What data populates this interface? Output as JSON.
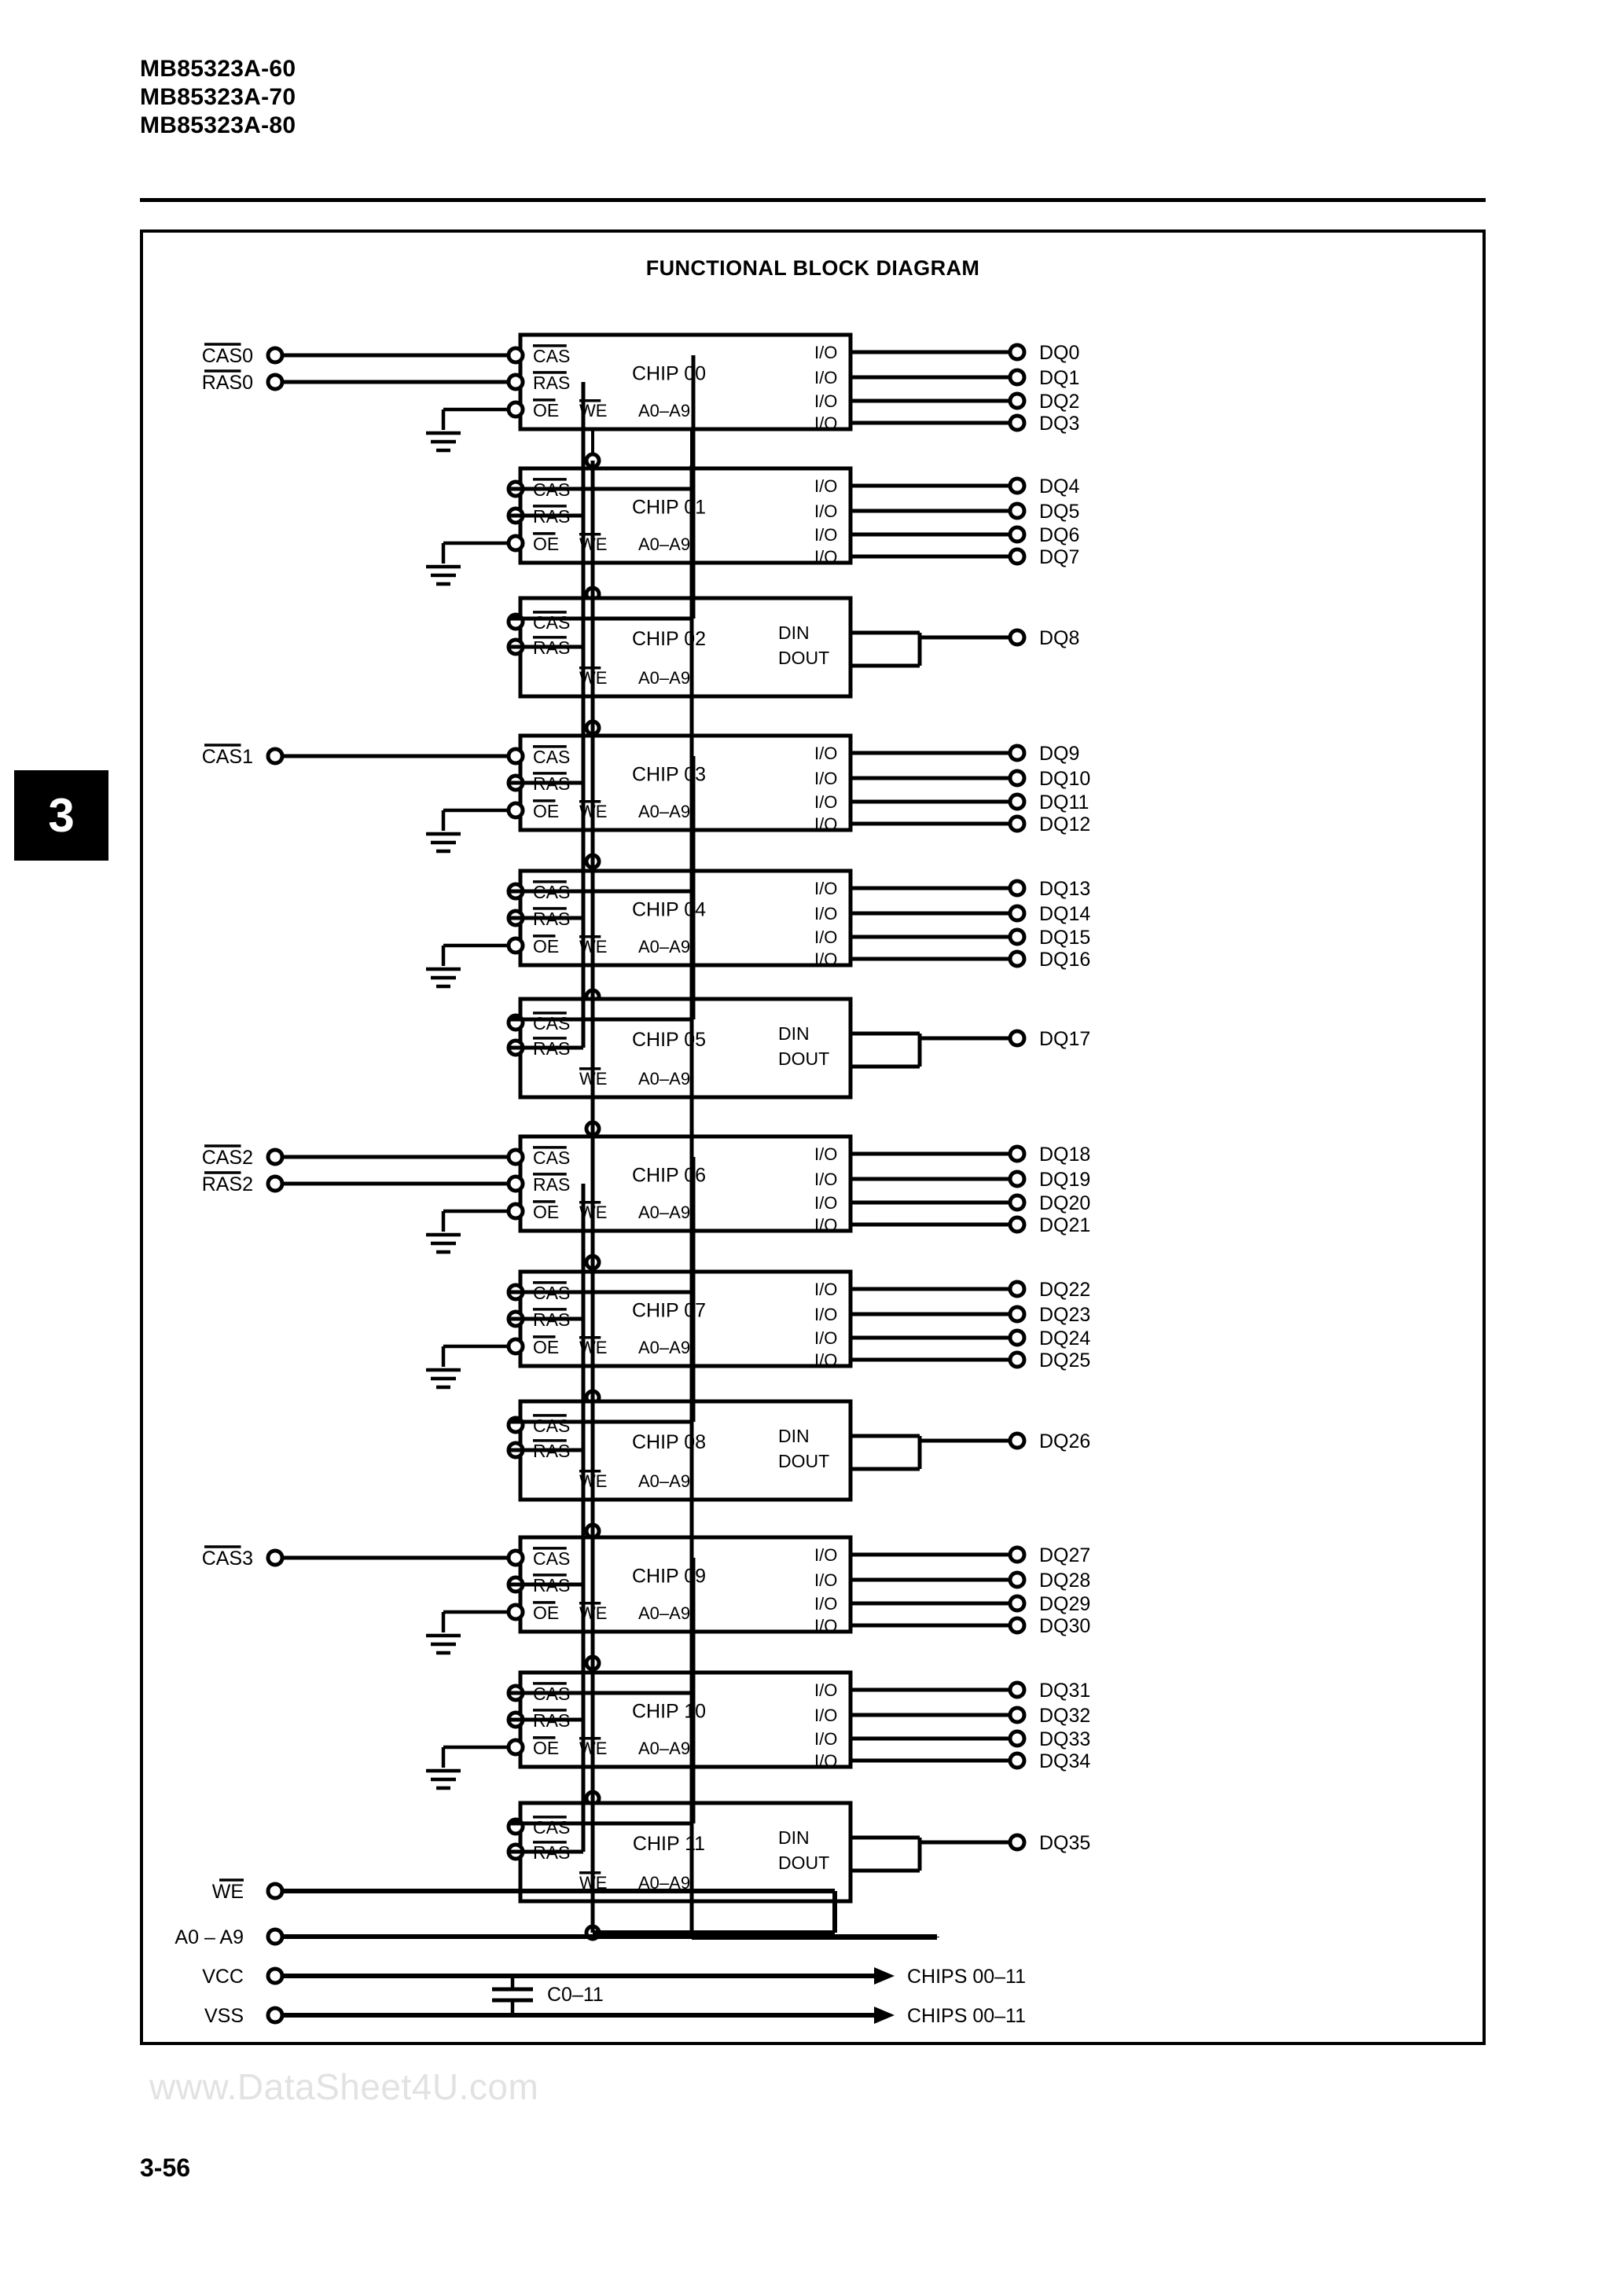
{
  "header": {
    "part_numbers": [
      "MB85323A-60",
      "MB85323A-70",
      "MB85323A-80"
    ]
  },
  "chapter_tab": "3",
  "diagram": {
    "title": "FUNCTIONAL BLOCK DIAGRAM",
    "pin_labels": {
      "cas0": "CAS0",
      "ras0": "RAS0",
      "cas1": "CAS1",
      "cas2": "CAS2",
      "ras2": "RAS2",
      "cas3": "CAS3",
      "we": "WE",
      "addr": "A0 – A9",
      "vcc": "VCC",
      "vss": "VSS"
    },
    "block_pins": {
      "cas": "CAS",
      "ras": "RAS",
      "oe": "OE",
      "we": "WE",
      "addr": "A0–A9",
      "io": "I/O",
      "din": "DIN",
      "dout": "DOUT"
    },
    "power": {
      "cap_label": "C0–11",
      "vcc_target": "CHIPS 00–11",
      "vss_target": "CHIPS 00–11"
    },
    "chips": [
      {
        "name": "CHIP 00",
        "type": "io",
        "pins": [
          "CAS",
          "RAS",
          "OE"
        ],
        "outputs": [
          "DQ0",
          "DQ1",
          "DQ2",
          "DQ3"
        ]
      },
      {
        "name": "CHIP 01",
        "type": "io",
        "pins": [
          "CAS",
          "RAS",
          "OE"
        ],
        "outputs": [
          "DQ4",
          "DQ5",
          "DQ6",
          "DQ7"
        ]
      },
      {
        "name": "CHIP 02",
        "type": "dindout",
        "pins": [
          "CAS",
          "RAS"
        ],
        "outputs": [
          "DQ8"
        ]
      },
      {
        "name": "CHIP 03",
        "type": "io",
        "pins": [
          "CAS",
          "RAS",
          "OE"
        ],
        "outputs": [
          "DQ9",
          "DQ10",
          "DQ11",
          "DQ12"
        ]
      },
      {
        "name": "CHIP 04",
        "type": "io",
        "pins": [
          "CAS",
          "RAS",
          "OE"
        ],
        "outputs": [
          "DQ13",
          "DQ14",
          "DQ15",
          "DQ16"
        ]
      },
      {
        "name": "CHIP 05",
        "type": "dindout",
        "pins": [
          "CAS",
          "RAS"
        ],
        "outputs": [
          "DQ17"
        ]
      },
      {
        "name": "CHIP 06",
        "type": "io",
        "pins": [
          "CAS",
          "RAS",
          "OE"
        ],
        "outputs": [
          "DQ18",
          "DQ19",
          "DQ20",
          "DQ21"
        ]
      },
      {
        "name": "CHIP 07",
        "type": "io",
        "pins": [
          "CAS",
          "RAS",
          "OE"
        ],
        "outputs": [
          "DQ22",
          "DQ23",
          "DQ24",
          "DQ25"
        ]
      },
      {
        "name": "CHIP 08",
        "type": "dindout",
        "pins": [
          "CAS",
          "RAS"
        ],
        "outputs": [
          "DQ26"
        ]
      },
      {
        "name": "CHIP 09",
        "type": "io",
        "pins": [
          "CAS",
          "RAS",
          "OE"
        ],
        "outputs": [
          "DQ27",
          "DQ28",
          "DQ29",
          "DQ30"
        ]
      },
      {
        "name": "CHIP 10",
        "type": "io",
        "pins": [
          "CAS",
          "RAS",
          "OE"
        ],
        "outputs": [
          "DQ31",
          "DQ32",
          "DQ33",
          "DQ34"
        ]
      },
      {
        "name": "CHIP 11",
        "type": "dindout",
        "pins": [
          "CAS",
          "RAS"
        ],
        "outputs": [
          "DQ35"
        ]
      }
    ]
  },
  "footer": {
    "watermark": "www.DataSheet4U.com",
    "page_number": "3-56"
  }
}
